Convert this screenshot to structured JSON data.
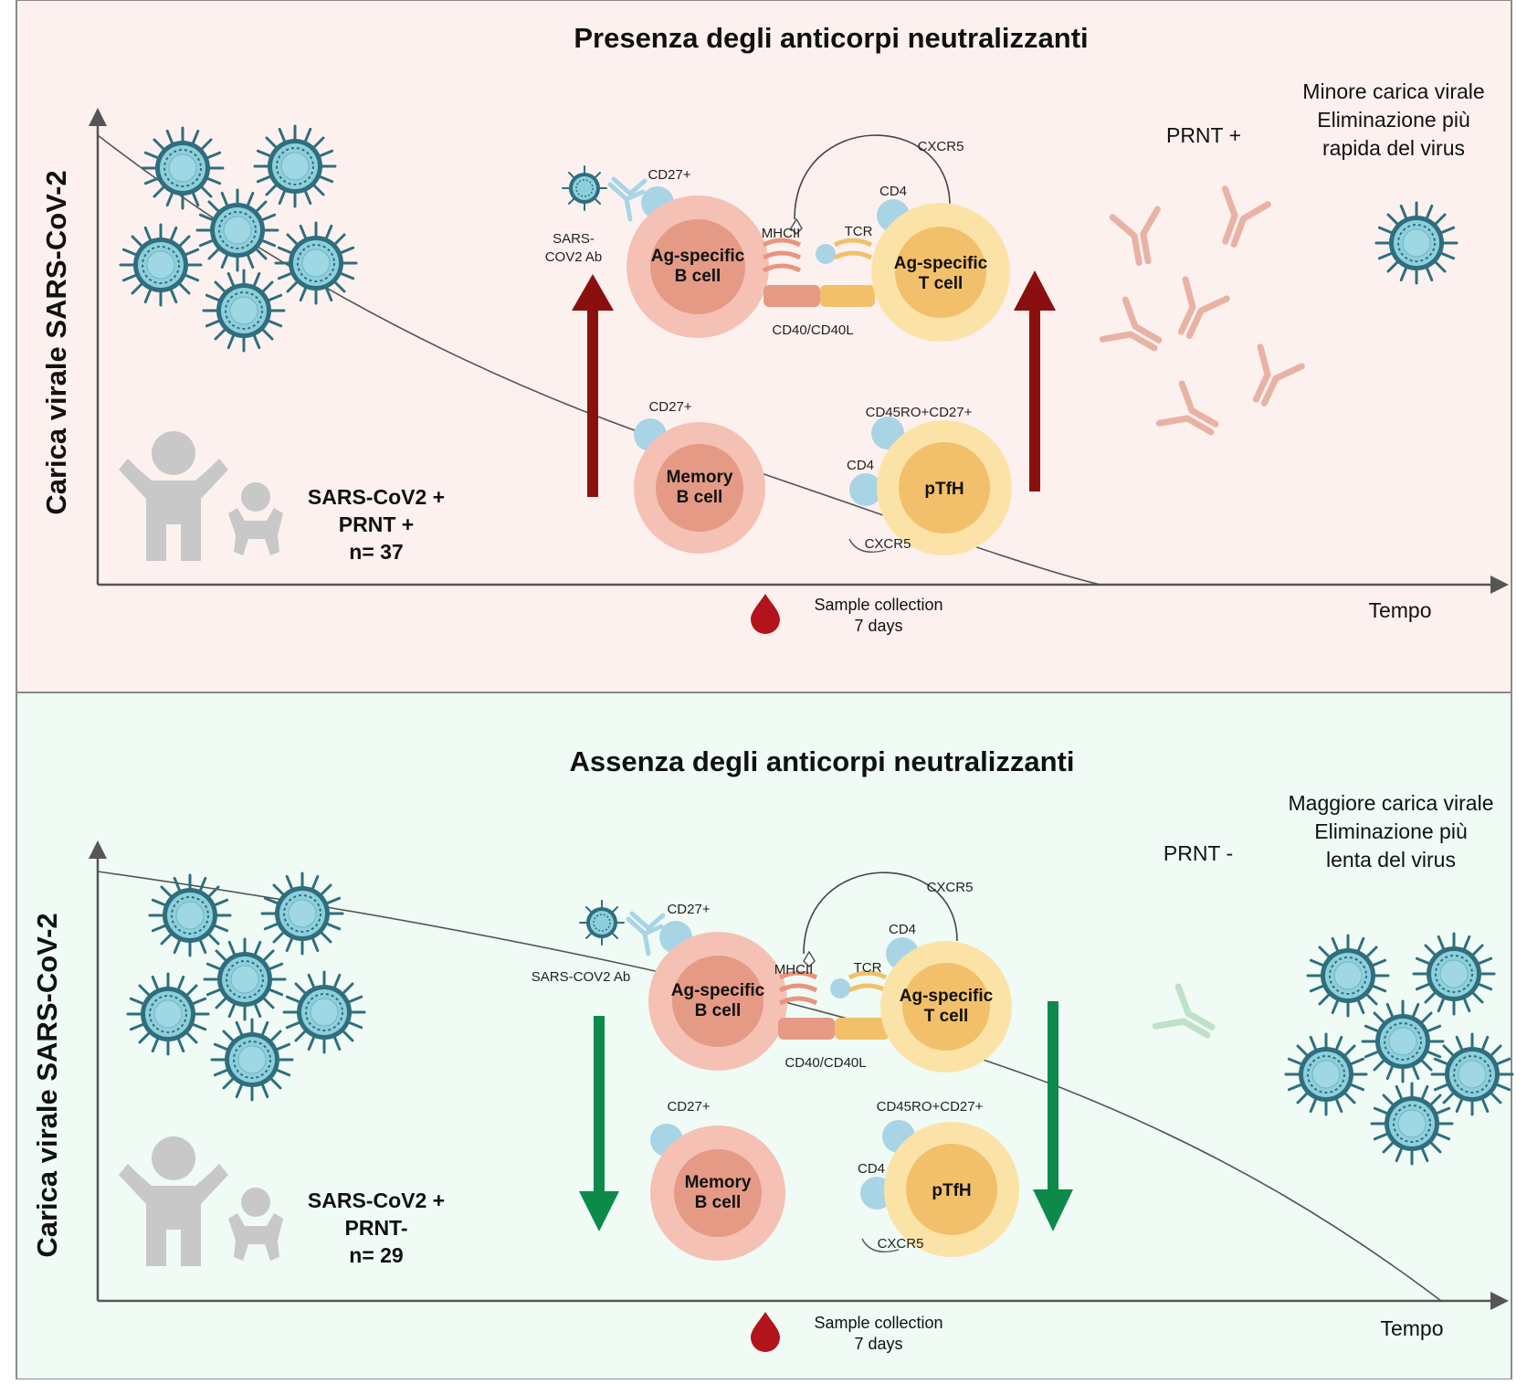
{
  "colors": {
    "top_bg": "#fdf1ef",
    "bottom_bg": "#effbf4",
    "virus_fill": "#8ecfdc",
    "virus_stroke": "#2f6e7e",
    "b_outer": "#f4c1b4",
    "b_inner": "#e59a86",
    "t_outer": "#fbe3a8",
    "t_inner": "#f2c06a",
    "receptor": "#a8d4e6",
    "up_arrow": "#8b0f0f",
    "down_arrow": "#0c8a4a",
    "ab_top": "#f0c4b6",
    "ab_bottom": "#bfe0c9",
    "person": "#c8c8c8",
    "blood": "#b3141c"
  },
  "top": {
    "title": "Presenza degli anticorpi neutralizzanti",
    "ylabel": "Carica virale SARS-CoV-2",
    "xlabel": "Tempo",
    "group_line1": "SARS-CoV2 +",
    "group_line2": "PRNT +",
    "group_line3": "n= 37",
    "ab_label_line1": "SARS-",
    "ab_label_line2": "COV2 Ab",
    "cd27_b": "CD27+",
    "mhcii": "MHCII",
    "tcr": "TCR",
    "cxcr5_top": "CXCR5",
    "cd4_t": "CD4",
    "b_cell_line1": "Ag-specific",
    "b_cell_line2": "B cell",
    "t_cell_line1": "Ag-specific",
    "t_cell_line2": "T cell",
    "cd40": "CD40/CD40L",
    "cd27_mem": "CD27+",
    "mem_line1": "Memory",
    "mem_line2": "B cell",
    "cd45": "CD45RO+CD27+",
    "cd4_p": "CD4",
    "ptfh": "pTfH",
    "cxcr5_p": "CXCR5",
    "sample_line1": "Sample collection",
    "sample_line2": "7 days",
    "prnt": "PRNT +",
    "outcome_line1": "Minore carica virale",
    "outcome_line2": "Eliminazione più",
    "outcome_line3": "rapida del virus"
  },
  "bottom": {
    "title": "Assenza degli anticorpi neutralizzanti",
    "ylabel": "Carica virale SARS-CoV-2",
    "xlabel": "Tempo",
    "group_line1": "SARS-CoV2 +",
    "group_line2": "PRNT-",
    "group_line3": "n= 29",
    "ab_label": "SARS-COV2 Ab",
    "cd27_b": "CD27+",
    "mhcii": "MHCII",
    "tcr": "TCR",
    "cxcr5_top": "CXCR5",
    "cd4_t": "CD4",
    "b_cell_line1": "Ag-specific",
    "b_cell_line2": "B cell",
    "t_cell_line1": "Ag-specific",
    "t_cell_line2": "T cell",
    "cd40": "CD40/CD40L",
    "cd27_mem": "CD27+",
    "mem_line1": "Memory",
    "mem_line2": "B cell",
    "cd45": "CD45RO+CD27+",
    "cd4_p": "CD4",
    "ptfh": "pTfH",
    "cxcr5_p": "CXCR5",
    "sample_line1": "Sample collection",
    "sample_line2": "7 days",
    "prnt": "PRNT -",
    "outcome_line1": "Maggiore carica virale",
    "outcome_line2": "Eliminazione più",
    "outcome_line3": "lenta del virus"
  }
}
